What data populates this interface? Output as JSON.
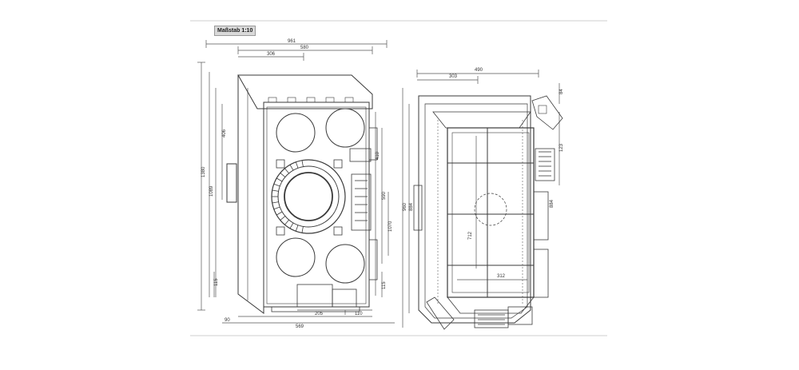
{
  "drawing": {
    "scale_label": "Maßstab 1:10"
  },
  "front_view": {
    "dimensions": {
      "overall_width": "961",
      "inner_width": "580",
      "half_width": "306",
      "height_1": "1380",
      "height_2": "1089",
      "height_3": "406",
      "height_4": "410",
      "height_5": "590",
      "height_6": "1070",
      "height_7": "115",
      "bottom_width": "569",
      "bottom_mid": "205",
      "bottom_right": "110",
      "bottom_left": "90"
    }
  },
  "plan_view": {
    "dimensions": {
      "overall_width": "490",
      "half_width": "303",
      "depth_left": "960",
      "depth_inner": "884",
      "right_offset": "84",
      "right_mid": "123",
      "inner_depth": "712",
      "inner_width": "312"
    }
  }
}
